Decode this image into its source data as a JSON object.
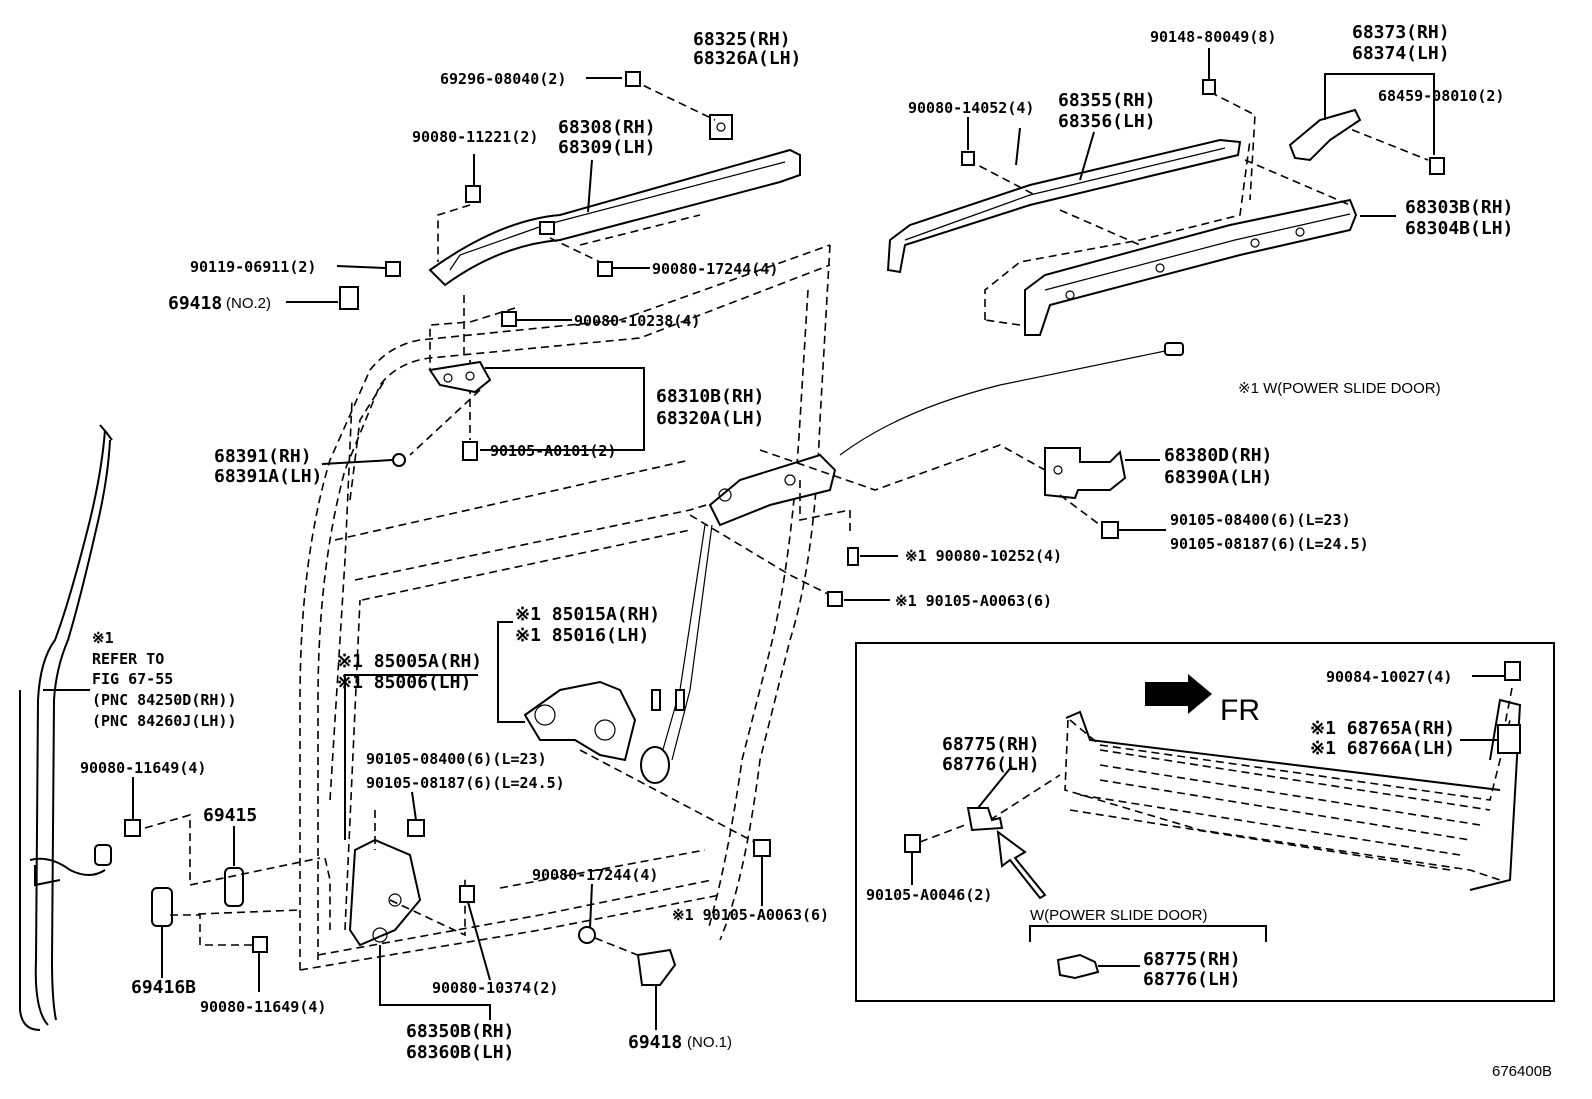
{
  "labels": {
    "l68325": "68325(RH)",
    "l68326a": "68326A(LH)",
    "l69296": "69296-08040(2)",
    "l90080_11221": "90080-11221(2)",
    "l68308": "68308(RH)",
    "l68309": "68309(LH)",
    "l90119": "90119-06911(2)",
    "l69418_no2_num": "69418",
    "l69418_no2_sfx": "(NO.2)",
    "l90080_17244_top": "90080-17244(4)",
    "l90080_10238": "90080-10238(4)",
    "l68310b": "68310B(RH)",
    "l68320a": "68320A(LH)",
    "l68391": "68391(RH)",
    "l68391a": "68391A(LH)",
    "l90105_a0101": "90105-A0101(2)",
    "l90148": "90148-80049(8)",
    "l68373": "68373(RH)",
    "l68374": "68374(LH)",
    "l90080_14052": "90080-14052(4)",
    "l68355": "68355(RH)",
    "l68356": "68356(LH)",
    "l68459": "68459-08010(2)",
    "l68303b": "68303B(RH)",
    "l68304b": "68304B(LH)",
    "l_note_power": "※1 W(POWER SLIDE DOOR)",
    "l68380d": "68380D(RH)",
    "l68390a": "68390A(LH)",
    "l90105_08400_r": "90105-08400(6)(L=23)",
    "l90105_08187_r": "90105-08187(6)(L=24.5)",
    "l90080_10252": "※1 90080-10252(4)",
    "l90105_a0063_r": "※1 90105-A0063(6)",
    "l85015a": "※1 85015A(RH)",
    "l85016": "※1 85016(LH)",
    "l85005a": "※1 85005A(RH)",
    "l85006": "※1 85006(LH)",
    "l_refer1": "※1",
    "l_refer2": "REFER TO",
    "l_refer3": "FIG 67-55",
    "l_refer4": "(PNC 84250D(RH))",
    "l_refer5": "(PNC 84260J(LH))",
    "l90105_08400_c": "90105-08400(6)(L=23)",
    "l90105_08187_c": "90105-08187(6)(L=24.5)",
    "l90080_11649_a": "90080-11649(4)",
    "l69415": "69415",
    "l69416b": "69416B",
    "l90080_11649_b": "90080-11649(4)",
    "l90080_17244_bot": "90080-17244(4)",
    "l90105_a0063_b": "※1 90105-A0063(6)",
    "l90080_10374": "90080-10374(2)",
    "l68350b": "68350B(RH)",
    "l68360b": "68360B(LH)",
    "l69418_no1_num": "69418",
    "l69418_no1_sfx": "(NO.1)",
    "l90084": "90084-10027(4)",
    "l_fr": "FR",
    "l68765a": "※1 68765A(RH)",
    "l68766a": "※1 68766A(LH)",
    "l68775_a": "68775(RH)",
    "l68776_a": "68776(LH)",
    "l90105_a0046": "90105-A0046(2)",
    "l_w_power": "W(POWER SLIDE DOOR)",
    "l68775_b": "68775(RH)",
    "l68776_b": "68776(LH)",
    "l_figno": "676400B"
  }
}
